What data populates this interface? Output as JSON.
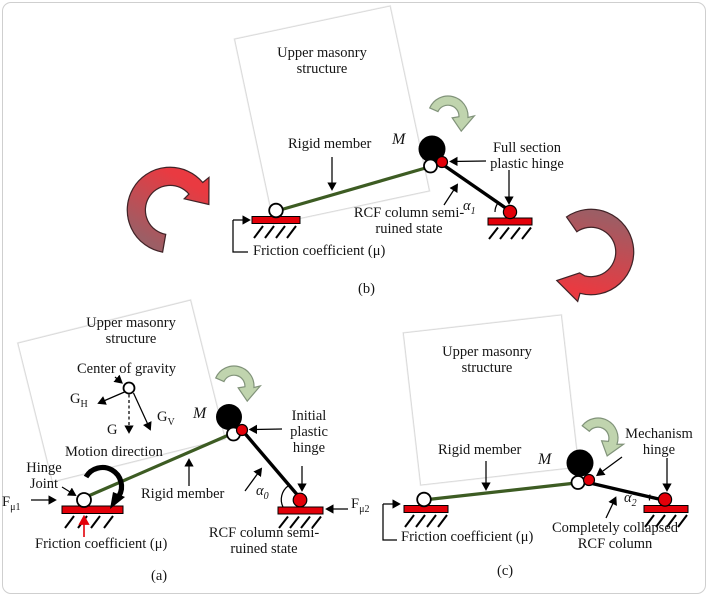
{
  "figure": {
    "a": {
      "caption": "(a)",
      "masonry": "Upper masonry structure",
      "center_of_gravity": "Center of gravity",
      "g_h": {
        "base": "G",
        "sub": "H"
      },
      "g": "G",
      "g_v": {
        "base": "G",
        "sub": "V"
      },
      "motion_direction": "Motion direction",
      "hinge_joint": [
        "Hinge",
        "Joint"
      ],
      "f_mu1": {
        "base": "F",
        "sub": "μ1"
      },
      "rigid_member": "Rigid member",
      "mass": "M",
      "plastic_hinge": "Initial plastic hinge",
      "alpha": {
        "base": "α",
        "sub": "0"
      },
      "f_mu2": {
        "base": "F",
        "sub": "μ2"
      },
      "rcf_state": [
        "RCF column semi-",
        "ruined state"
      ],
      "friction": "Friction coefficient (μ)"
    },
    "b": {
      "caption": "(b)",
      "masonry": "Upper masonry structure",
      "rigid_member": "Rigid member",
      "mass": "M",
      "plastic_hinge": "Full section plastic hinge",
      "alpha": {
        "base": "α",
        "sub": "1"
      },
      "rcf_state": "RCF column semi-ruined state",
      "friction": "Friction coefficient (μ)"
    },
    "c": {
      "caption": "(c)",
      "masonry": "Upper masonry structure",
      "rigid_member": "Rigid member",
      "mass": "M",
      "mechanism_hinge": "Mechanism hinge",
      "alpha": {
        "base": "α",
        "sub": "2"
      },
      "rcf_state": "Completely collapsed RCF column",
      "friction": "Friction coefficient (μ)"
    },
    "icons": {
      "green_arrow": "rotation-direction-curved-arrow",
      "red_arrow": "state-transition-curved-arrow",
      "black_arrow": "hinge-rotation-curved-arrow"
    }
  },
  "colors": {
    "support_red": "#e30009",
    "member_green": "#3d5c23",
    "rotation_arrow_green": "#c0d4ae",
    "transition_arrow_tail": "#9c5e65",
    "transition_arrow_head": "#e93a41"
  }
}
